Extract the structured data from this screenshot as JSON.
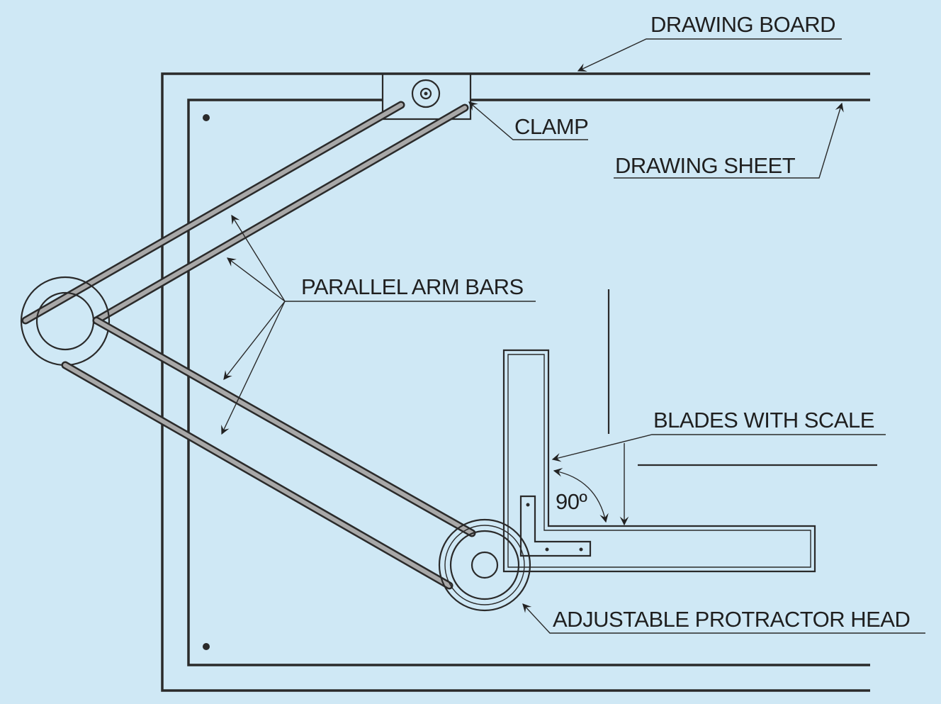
{
  "labels": {
    "drawing_board": "DRAWING BOARD",
    "clamp": "CLAMP",
    "drawing_sheet": "DRAWING SHEET",
    "parallel_arm_bars": "PARALLEL ARM BARS",
    "blades_with_scale": "BLADES WITH SCALE",
    "angle": "90º",
    "protractor_head": "ADJUSTABLE PROTRACTOR HEAD"
  },
  "colors": {
    "background": "#cfe8f5",
    "line": "#2a2a2a",
    "shading": "#9a9a9a"
  }
}
